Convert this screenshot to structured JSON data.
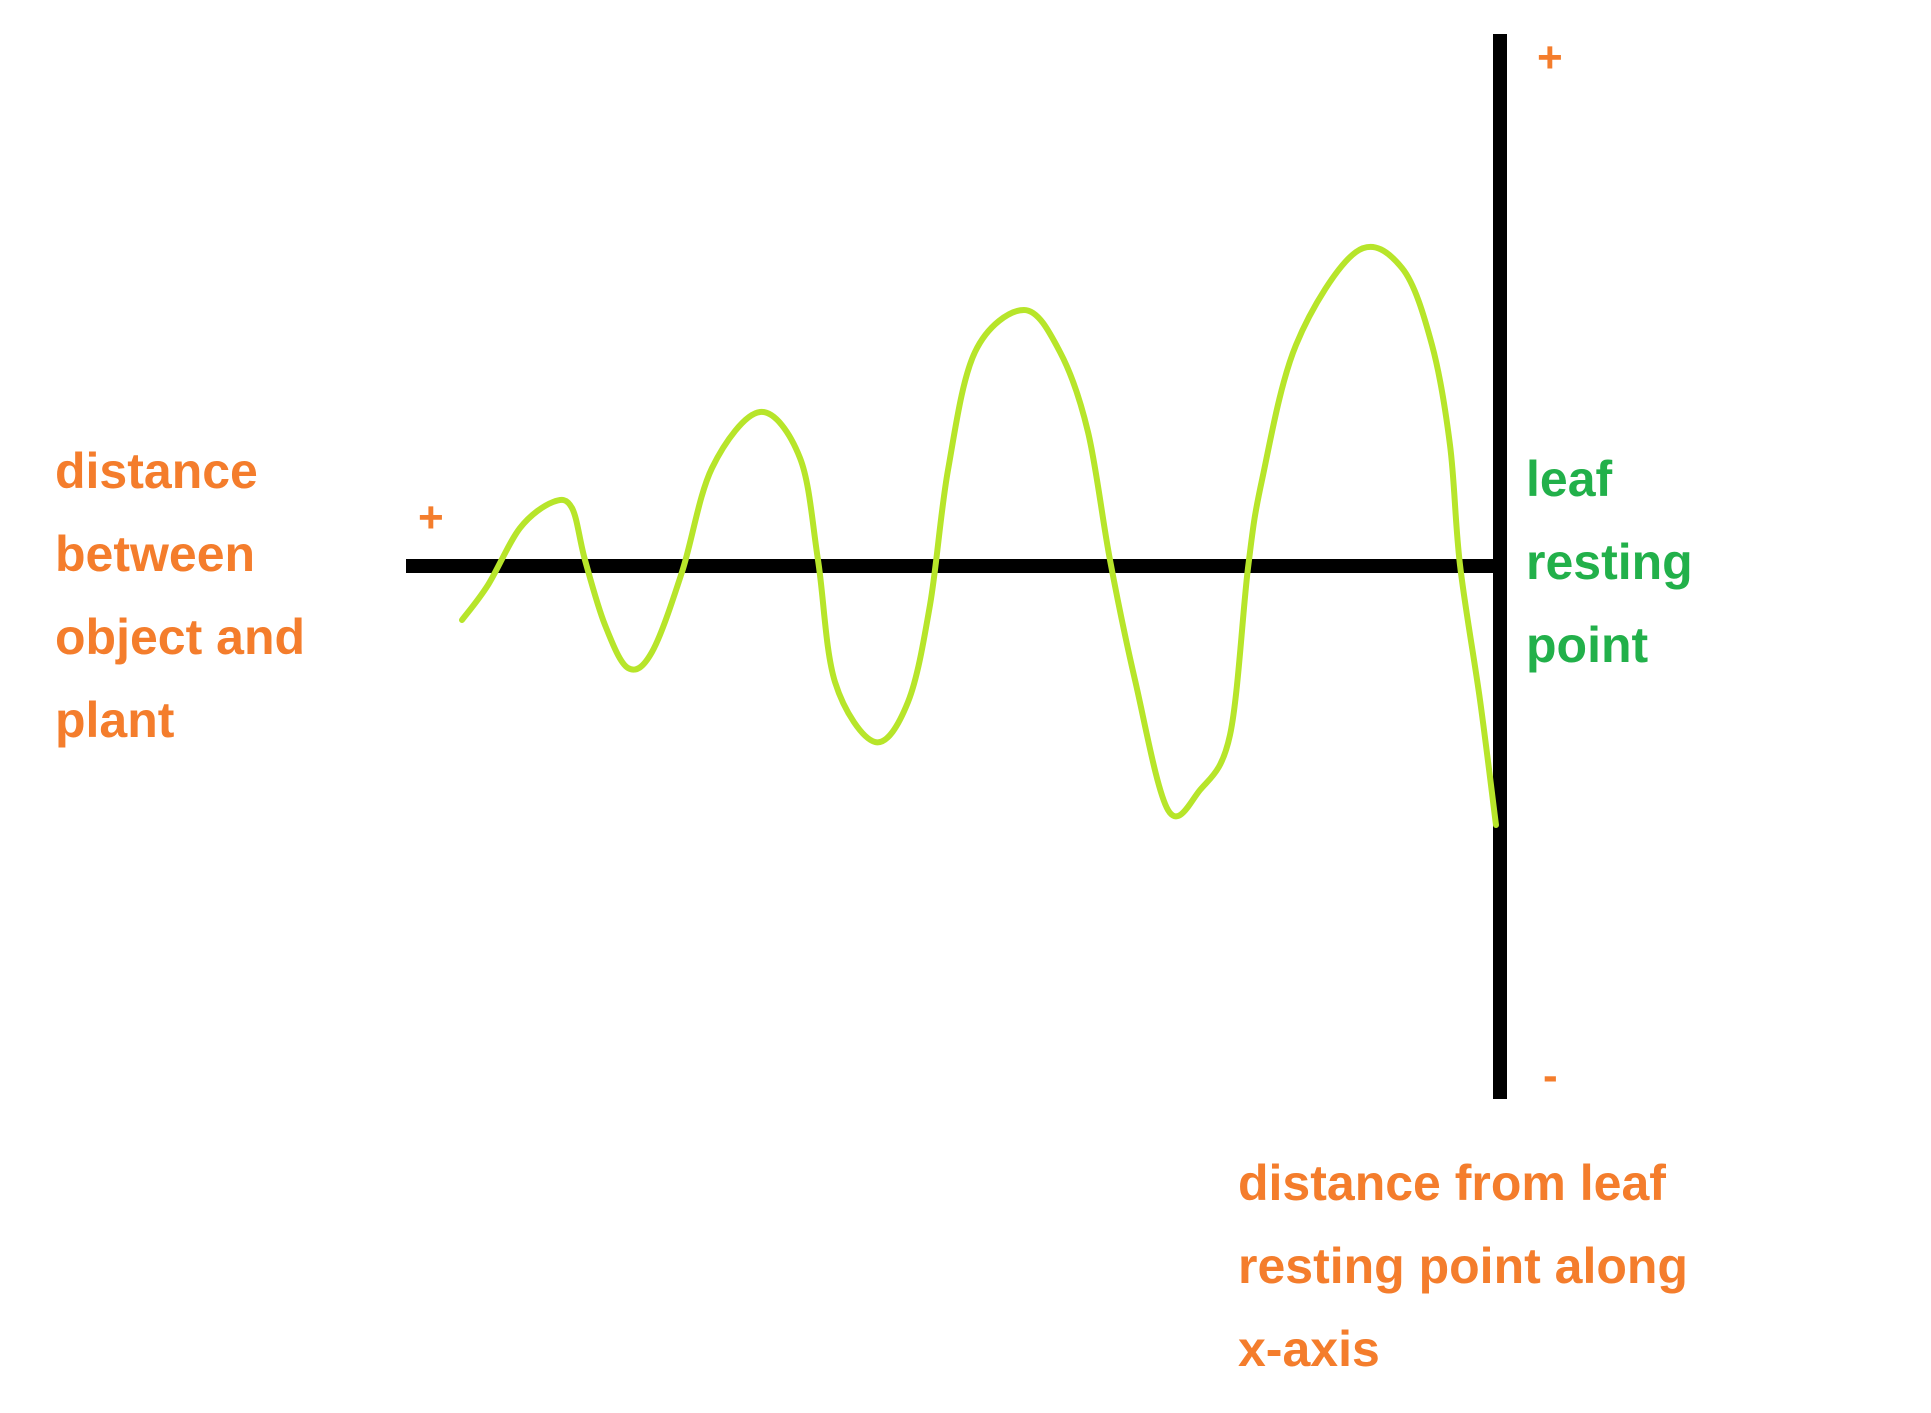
{
  "colors": {
    "label_orange": "#f47d2c",
    "label_green": "#22b04a",
    "wave_green": "#b7e52a",
    "axis_black": "#000000",
    "background": "#ffffff"
  },
  "labels": {
    "left_axis_label": "distance\nbetween\nobject and\nplant",
    "resting_point_label": "leaf\nresting\npoint",
    "bottom_axis_label": "distance from leaf\nresting point along\nx-axis",
    "horizontal_plus": "+",
    "vertical_plus": "+",
    "vertical_minus": "-"
  },
  "wave": {
    "description": "growing oscillation of the leaf about its resting point",
    "cycles": 4,
    "amplitude_trend": "increasing"
  }
}
